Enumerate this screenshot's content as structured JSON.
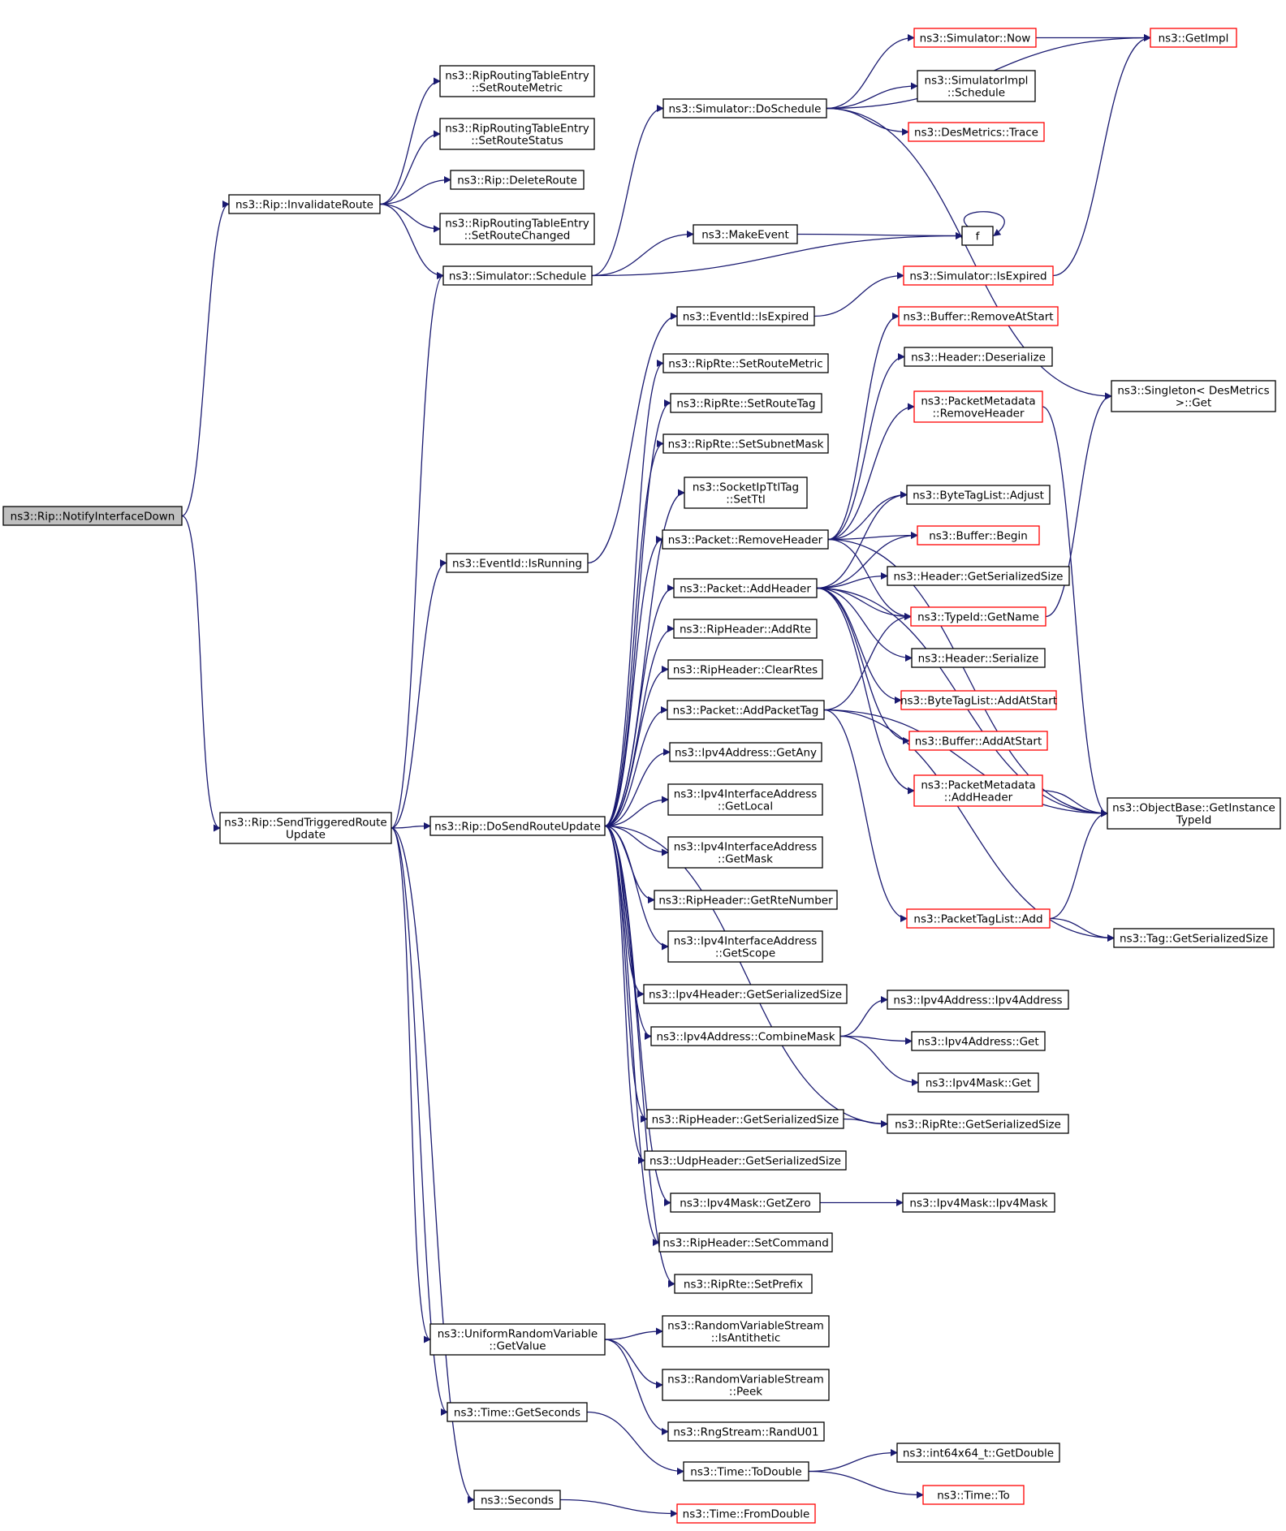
{
  "graph": {
    "root": "notify_down",
    "nodes": [
      {
        "id": "notify_down",
        "lines": [
          "ns3::Rip::NotifyInterfaceDown"
        ],
        "style": "root"
      },
      {
        "id": "invalidate",
        "lines": [
          "ns3::Rip::InvalidateRoute"
        ],
        "style": "normal"
      },
      {
        "id": "send_triggered",
        "lines": [
          "ns3::Rip::SendTriggeredRoute",
          "Update"
        ],
        "style": "normal"
      },
      {
        "id": "rte_set_metric",
        "lines": [
          "ns3::RipRoutingTableEntry",
          "::SetRouteMetric"
        ],
        "style": "normal"
      },
      {
        "id": "rte_set_status",
        "lines": [
          "ns3::RipRoutingTableEntry",
          "::SetRouteStatus"
        ],
        "style": "normal"
      },
      {
        "id": "delete_route",
        "lines": [
          "ns3::Rip::DeleteRoute"
        ],
        "style": "normal"
      },
      {
        "id": "rte_set_changed",
        "lines": [
          "ns3::RipRoutingTableEntry",
          "::SetRouteChanged"
        ],
        "style": "normal"
      },
      {
        "id": "sim_schedule",
        "lines": [
          "ns3::Simulator::Schedule"
        ],
        "style": "normal"
      },
      {
        "id": "eventid_running",
        "lines": [
          "ns3::EventId::IsRunning"
        ],
        "style": "normal"
      },
      {
        "id": "do_send",
        "lines": [
          "ns3::Rip::DoSendRouteUpdate"
        ],
        "style": "normal"
      },
      {
        "id": "uniform_getvalue",
        "lines": [
          "ns3::UniformRandomVariable",
          "::GetValue"
        ],
        "style": "normal"
      },
      {
        "id": "time_getseconds",
        "lines": [
          "ns3::Time::GetSeconds"
        ],
        "style": "normal"
      },
      {
        "id": "seconds",
        "lines": [
          "ns3::Seconds"
        ],
        "style": "normal"
      },
      {
        "id": "sim_doschedule",
        "lines": [
          "ns3::Simulator::DoSchedule"
        ],
        "style": "normal"
      },
      {
        "id": "make_event",
        "lines": [
          "ns3::MakeEvent"
        ],
        "style": "normal"
      },
      {
        "id": "f",
        "lines": [
          "f"
        ],
        "style": "normal"
      },
      {
        "id": "sim_now",
        "lines": [
          "ns3::Simulator::Now"
        ],
        "style": "red"
      },
      {
        "id": "get_impl",
        "lines": [
          "ns3::GetImpl"
        ],
        "style": "red"
      },
      {
        "id": "simimpl_schedule",
        "lines": [
          "ns3::SimulatorImpl",
          "::Schedule"
        ],
        "style": "normal"
      },
      {
        "id": "desmetrics_trace",
        "lines": [
          "ns3::DesMetrics::Trace"
        ],
        "style": "red"
      },
      {
        "id": "singleton_get",
        "lines": [
          "ns3::Singleton< DesMetrics",
          ">::Get"
        ],
        "style": "normal"
      },
      {
        "id": "eventid_expired",
        "lines": [
          "ns3::EventId::IsExpired"
        ],
        "style": "normal"
      },
      {
        "id": "sim_isexpired",
        "lines": [
          "ns3::Simulator::IsExpired"
        ],
        "style": "red"
      },
      {
        "id": "riprte_metric",
        "lines": [
          "ns3::RipRte::SetRouteMetric"
        ],
        "style": "normal"
      },
      {
        "id": "riprte_tag",
        "lines": [
          "ns3::RipRte::SetRouteTag"
        ],
        "style": "normal"
      },
      {
        "id": "riprte_subnet",
        "lines": [
          "ns3::RipRte::SetSubnetMask"
        ],
        "style": "normal"
      },
      {
        "id": "socket_ttl",
        "lines": [
          "ns3::SocketIpTtlTag",
          "::SetTtl"
        ],
        "style": "normal"
      },
      {
        "id": "pkt_removeheader",
        "lines": [
          "ns3::Packet::RemoveHeader"
        ],
        "style": "normal"
      },
      {
        "id": "pkt_addheader",
        "lines": [
          "ns3::Packet::AddHeader"
        ],
        "style": "normal"
      },
      {
        "id": "riph_addrte",
        "lines": [
          "ns3::RipHeader::AddRte"
        ],
        "style": "normal"
      },
      {
        "id": "riph_clearrtes",
        "lines": [
          "ns3::RipHeader::ClearRtes"
        ],
        "style": "normal"
      },
      {
        "id": "pkt_addpackettag",
        "lines": [
          "ns3::Packet::AddPacketTag"
        ],
        "style": "normal"
      },
      {
        "id": "ipv4_getany",
        "lines": [
          "ns3::Ipv4Address::GetAny"
        ],
        "style": "normal"
      },
      {
        "id": "ipv4if_getlocal",
        "lines": [
          "ns3::Ipv4InterfaceAddress",
          "::GetLocal"
        ],
        "style": "normal"
      },
      {
        "id": "ipv4if_getmask",
        "lines": [
          "ns3::Ipv4InterfaceAddress",
          "::GetMask"
        ],
        "style": "normal"
      },
      {
        "id": "riph_getrtenumber",
        "lines": [
          "ns3::RipHeader::GetRteNumber"
        ],
        "style": "normal"
      },
      {
        "id": "ipv4if_getscope",
        "lines": [
          "ns3::Ipv4InterfaceAddress",
          "::GetScope"
        ],
        "style": "normal"
      },
      {
        "id": "ipv4h_size",
        "lines": [
          "ns3::Ipv4Header::GetSerializedSize"
        ],
        "style": "normal"
      },
      {
        "id": "ipv4_combinemask",
        "lines": [
          "ns3::Ipv4Address::CombineMask"
        ],
        "style": "normal"
      },
      {
        "id": "riph_size",
        "lines": [
          "ns3::RipHeader::GetSerializedSize"
        ],
        "style": "normal"
      },
      {
        "id": "udph_size",
        "lines": [
          "ns3::UdpHeader::GetSerializedSize"
        ],
        "style": "normal"
      },
      {
        "id": "ipv4mask_getzero",
        "lines": [
          "ns3::Ipv4Mask::GetZero"
        ],
        "style": "normal"
      },
      {
        "id": "riph_setcommand",
        "lines": [
          "ns3::RipHeader::SetCommand"
        ],
        "style": "normal"
      },
      {
        "id": "riprte_setprefix",
        "lines": [
          "ns3::RipRte::SetPrefix"
        ],
        "style": "normal"
      },
      {
        "id": "buf_removeatstart",
        "lines": [
          "ns3::Buffer::RemoveAtStart"
        ],
        "style": "red"
      },
      {
        "id": "hdr_deserialize",
        "lines": [
          "ns3::Header::Deserialize"
        ],
        "style": "normal"
      },
      {
        "id": "pm_removeheader",
        "lines": [
          "ns3::PacketMetadata",
          "::RemoveHeader"
        ],
        "style": "red"
      },
      {
        "id": "btl_adjust",
        "lines": [
          "ns3::ByteTagList::Adjust"
        ],
        "style": "normal"
      },
      {
        "id": "buf_begin",
        "lines": [
          "ns3::Buffer::Begin"
        ],
        "style": "red"
      },
      {
        "id": "hdr_size",
        "lines": [
          "ns3::Header::GetSerializedSize"
        ],
        "style": "normal"
      },
      {
        "id": "typeid_getname",
        "lines": [
          "ns3::TypeId::GetName"
        ],
        "style": "red"
      },
      {
        "id": "hdr_serialize",
        "lines": [
          "ns3::Header::Serialize"
        ],
        "style": "normal"
      },
      {
        "id": "btl_addatstart",
        "lines": [
          "ns3::ByteTagList::AddAtStart"
        ],
        "style": "red"
      },
      {
        "id": "buf_addatstart",
        "lines": [
          "ns3::Buffer::AddAtStart"
        ],
        "style": "red"
      },
      {
        "id": "pm_addheader",
        "lines": [
          "ns3::PacketMetadata",
          "::AddHeader"
        ],
        "style": "red"
      },
      {
        "id": "objbase_typeid",
        "lines": [
          "ns3::ObjectBase::GetInstance",
          "TypeId"
        ],
        "style": "normal"
      },
      {
        "id": "ptl_add",
        "lines": [
          "ns3::PacketTagList::Add"
        ],
        "style": "red"
      },
      {
        "id": "tag_size",
        "lines": [
          "ns3::Tag::GetSerializedSize"
        ],
        "style": "normal"
      },
      {
        "id": "ipv4_ctor",
        "lines": [
          "ns3::Ipv4Address::Ipv4Address"
        ],
        "style": "normal"
      },
      {
        "id": "ipv4_get",
        "lines": [
          "ns3::Ipv4Address::Get"
        ],
        "style": "normal"
      },
      {
        "id": "ipv4mask_get",
        "lines": [
          "ns3::Ipv4Mask::Get"
        ],
        "style": "normal"
      },
      {
        "id": "riprte_size",
        "lines": [
          "ns3::RipRte::GetSerializedSize"
        ],
        "style": "normal"
      },
      {
        "id": "ipv4mask_ctor",
        "lines": [
          "ns3::Ipv4Mask::Ipv4Mask"
        ],
        "style": "normal"
      },
      {
        "id": "rvs_isantithetic",
        "lines": [
          "ns3::RandomVariableStream",
          "::IsAntithetic"
        ],
        "style": "normal"
      },
      {
        "id": "rvs_peek",
        "lines": [
          "ns3::RandomVariableStream",
          "::Peek"
        ],
        "style": "normal"
      },
      {
        "id": "rng_randu01",
        "lines": [
          "ns3::RngStream::RandU01"
        ],
        "style": "normal"
      },
      {
        "id": "time_todouble",
        "lines": [
          "ns3::Time::ToDouble"
        ],
        "style": "normal"
      },
      {
        "id": "int64_getdouble",
        "lines": [
          "ns3::int64x64_t::GetDouble"
        ],
        "style": "normal"
      },
      {
        "id": "time_to",
        "lines": [
          "ns3::Time::To"
        ],
        "style": "red"
      },
      {
        "id": "time_fromdouble",
        "lines": [
          "ns3::Time::FromDouble"
        ],
        "style": "red"
      }
    ],
    "edges": [
      [
        "notify_down",
        "invalidate"
      ],
      [
        "notify_down",
        "send_triggered"
      ],
      [
        "invalidate",
        "rte_set_metric"
      ],
      [
        "invalidate",
        "rte_set_status"
      ],
      [
        "invalidate",
        "delete_route"
      ],
      [
        "invalidate",
        "rte_set_changed"
      ],
      [
        "invalidate",
        "sim_schedule"
      ],
      [
        "send_triggered",
        "sim_schedule"
      ],
      [
        "send_triggered",
        "eventid_running"
      ],
      [
        "send_triggered",
        "do_send"
      ],
      [
        "send_triggered",
        "uniform_getvalue"
      ],
      [
        "send_triggered",
        "time_getseconds"
      ],
      [
        "send_triggered",
        "seconds"
      ],
      [
        "sim_schedule",
        "sim_doschedule"
      ],
      [
        "sim_schedule",
        "make_event"
      ],
      [
        "sim_schedule",
        "f"
      ],
      [
        "make_event",
        "f"
      ],
      [
        "f",
        "f"
      ],
      [
        "sim_doschedule",
        "get_impl"
      ],
      [
        "sim_doschedule",
        "sim_now"
      ],
      [
        "sim_doschedule",
        "simimpl_schedule"
      ],
      [
        "sim_doschedule",
        "desmetrics_trace"
      ],
      [
        "sim_doschedule",
        "singleton_get"
      ],
      [
        "sim_now",
        "get_impl"
      ],
      [
        "eventid_running",
        "eventid_expired"
      ],
      [
        "eventid_expired",
        "sim_isexpired"
      ],
      [
        "sim_isexpired",
        "get_impl"
      ],
      [
        "do_send",
        "riprte_metric"
      ],
      [
        "do_send",
        "riprte_tag"
      ],
      [
        "do_send",
        "riprte_subnet"
      ],
      [
        "do_send",
        "socket_ttl"
      ],
      [
        "do_send",
        "pkt_removeheader"
      ],
      [
        "do_send",
        "pkt_addheader"
      ],
      [
        "do_send",
        "riph_addrte"
      ],
      [
        "do_send",
        "riph_clearrtes"
      ],
      [
        "do_send",
        "pkt_addpackettag"
      ],
      [
        "do_send",
        "ipv4_getany"
      ],
      [
        "do_send",
        "ipv4if_getlocal"
      ],
      [
        "do_send",
        "ipv4if_getmask"
      ],
      [
        "do_send",
        "riph_getrtenumber"
      ],
      [
        "do_send",
        "ipv4if_getscope"
      ],
      [
        "do_send",
        "ipv4h_size"
      ],
      [
        "do_send",
        "ipv4_combinemask"
      ],
      [
        "do_send",
        "riprte_size"
      ],
      [
        "do_send",
        "riph_size"
      ],
      [
        "do_send",
        "udph_size"
      ],
      [
        "do_send",
        "ipv4mask_getzero"
      ],
      [
        "do_send",
        "riph_setcommand"
      ],
      [
        "do_send",
        "riprte_setprefix"
      ],
      [
        "pkt_removeheader",
        "buf_removeatstart"
      ],
      [
        "pkt_removeheader",
        "hdr_deserialize"
      ],
      [
        "pkt_removeheader",
        "pm_removeheader"
      ],
      [
        "pkt_removeheader",
        "btl_adjust"
      ],
      [
        "pkt_removeheader",
        "buf_begin"
      ],
      [
        "pkt_removeheader",
        "typeid_getname"
      ],
      [
        "pkt_removeheader",
        "objbase_typeid"
      ],
      [
        "pkt_addheader",
        "btl_adjust"
      ],
      [
        "pkt_addheader",
        "buf_begin"
      ],
      [
        "pkt_addheader",
        "hdr_size"
      ],
      [
        "pkt_addheader",
        "typeid_getname"
      ],
      [
        "pkt_addheader",
        "hdr_serialize"
      ],
      [
        "pkt_addheader",
        "btl_addatstart"
      ],
      [
        "pkt_addheader",
        "buf_addatstart"
      ],
      [
        "pkt_addheader",
        "pm_addheader"
      ],
      [
        "pkt_addheader",
        "objbase_typeid"
      ],
      [
        "pkt_addpackettag",
        "typeid_getname"
      ],
      [
        "pkt_addpackettag",
        "objbase_typeid"
      ],
      [
        "pkt_addpackettag",
        "ptl_add"
      ],
      [
        "pkt_addpackettag",
        "tag_size"
      ],
      [
        "pm_removeheader",
        "objbase_typeid"
      ],
      [
        "pm_addheader",
        "objbase_typeid"
      ],
      [
        "ptl_add",
        "objbase_typeid"
      ],
      [
        "ptl_add",
        "tag_size"
      ],
      [
        "typeid_getname",
        "singleton_get"
      ],
      [
        "ipv4_combinemask",
        "ipv4_ctor"
      ],
      [
        "ipv4_combinemask",
        "ipv4_get"
      ],
      [
        "ipv4_combinemask",
        "ipv4mask_get"
      ],
      [
        "riph_size",
        "riprte_size"
      ],
      [
        "ipv4mask_getzero",
        "ipv4mask_ctor"
      ],
      [
        "uniform_getvalue",
        "rvs_isantithetic"
      ],
      [
        "uniform_getvalue",
        "rvs_peek"
      ],
      [
        "uniform_getvalue",
        "rng_randu01"
      ],
      [
        "time_getseconds",
        "time_todouble"
      ],
      [
        "time_todouble",
        "int64_getdouble"
      ],
      [
        "time_todouble",
        "time_to"
      ],
      [
        "seconds",
        "time_fromdouble"
      ]
    ]
  }
}
